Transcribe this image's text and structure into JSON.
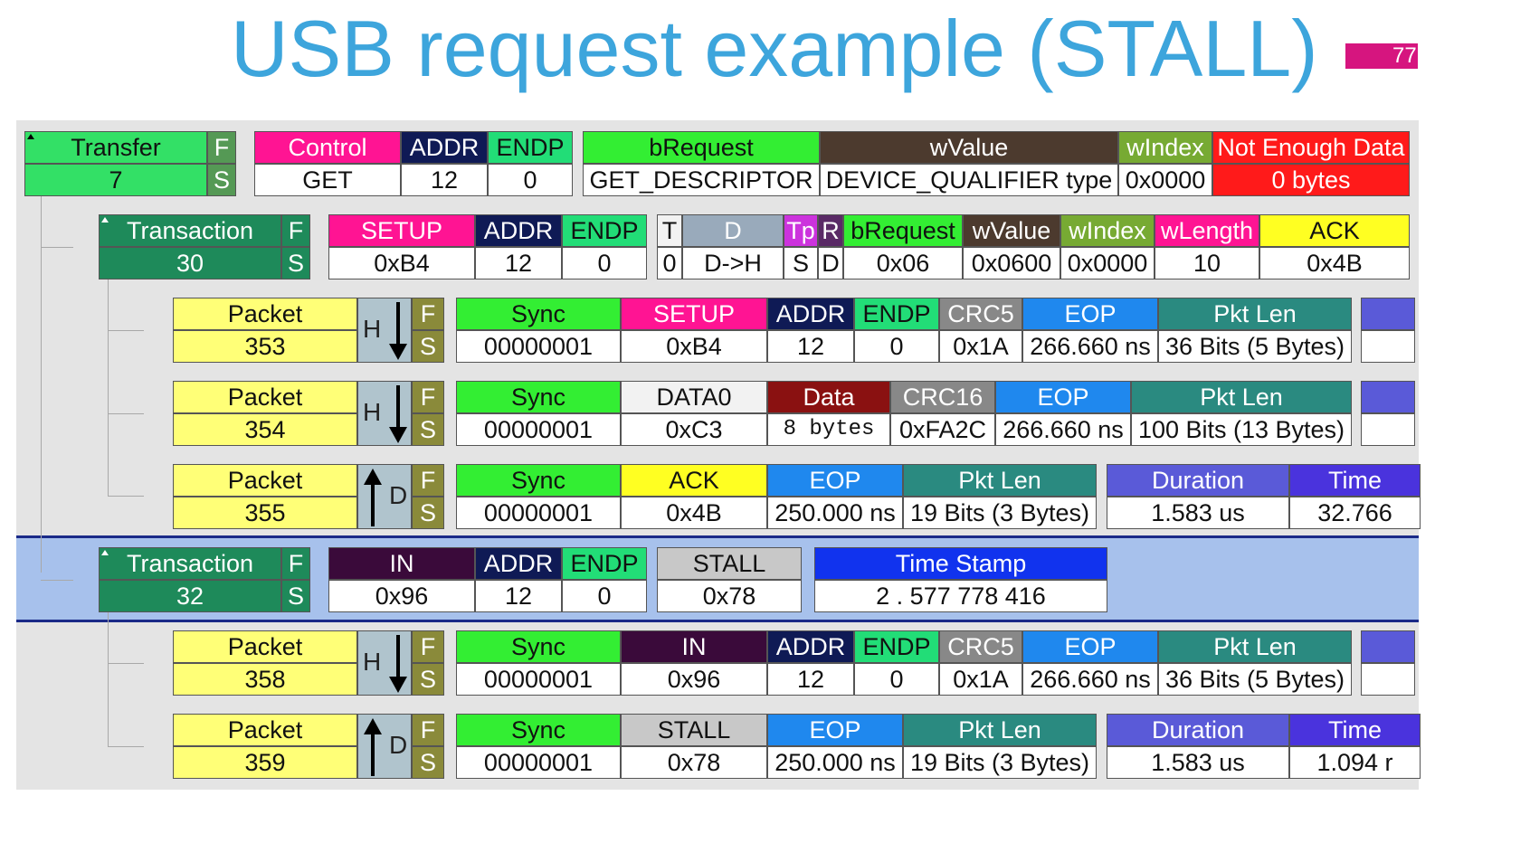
{
  "title": "USB request example (STALL)",
  "page_badge": "77",
  "colors": {
    "accent_title": "#3da5dc"
  },
  "transfer": {
    "label": "Transfer",
    "number": "7",
    "f": "F",
    "s": "S",
    "fields": [
      {
        "h": "Control",
        "v": "GET"
      },
      {
        "h": "ADDR",
        "v": "12"
      },
      {
        "h": "ENDP",
        "v": "0"
      },
      {
        "h": "bRequest",
        "v": "GET_DESCRIPTOR"
      },
      {
        "h": "wValue",
        "v": "DEVICE_QUALIFIER type"
      },
      {
        "h": "wIndex",
        "v": "0x0000"
      },
      {
        "h": "Not Enough Data",
        "v": "0 bytes"
      }
    ]
  },
  "transaction1": {
    "label": "Transaction",
    "number": "30",
    "f": "F",
    "s": "S",
    "fields": [
      {
        "h": "SETUP",
        "v": "0xB4"
      },
      {
        "h": "ADDR",
        "v": "12"
      },
      {
        "h": "ENDP",
        "v": "0"
      },
      {
        "h": "T",
        "v": "0"
      },
      {
        "h": "D",
        "v": "D->H"
      },
      {
        "h": "Tp",
        "v": "S"
      },
      {
        "h": "R",
        "v": "D"
      },
      {
        "h": "bRequest",
        "v": "0x06"
      },
      {
        "h": "wValue",
        "v": "0x0600"
      },
      {
        "h": "wIndex",
        "v": "0x0000"
      },
      {
        "h": "wLength",
        "v": "10"
      },
      {
        "h": "ACK",
        "v": "0x4B"
      }
    ]
  },
  "packet353": {
    "label": "Packet",
    "number": "353",
    "dir": "H",
    "f": "F",
    "s": "S",
    "fields": [
      {
        "h": "Sync",
        "v": "00000001"
      },
      {
        "h": "SETUP",
        "v": "0xB4"
      },
      {
        "h": "ADDR",
        "v": "12"
      },
      {
        "h": "ENDP",
        "v": "0"
      },
      {
        "h": "CRC5",
        "v": "0x1A"
      },
      {
        "h": "EOP",
        "v": "266.660 ns"
      },
      {
        "h": "Pkt Len",
        "v": "36 Bits (5 Bytes)"
      }
    ]
  },
  "packet354": {
    "label": "Packet",
    "number": "354",
    "dir": "H",
    "f": "F",
    "s": "S",
    "fields": [
      {
        "h": "Sync",
        "v": "00000001"
      },
      {
        "h": "DATA0",
        "v": "0xC3"
      },
      {
        "h": "Data",
        "v": "8 bytes"
      },
      {
        "h": "CRC16",
        "v": "0xFA2C"
      },
      {
        "h": "EOP",
        "v": "266.660 ns"
      },
      {
        "h": "Pkt Len",
        "v": "100 Bits (13 Bytes)"
      }
    ]
  },
  "packet355": {
    "label": "Packet",
    "number": "355",
    "dir": "D",
    "f": "F",
    "s": "S",
    "fields": [
      {
        "h": "Sync",
        "v": "00000001"
      },
      {
        "h": "ACK",
        "v": "0x4B"
      },
      {
        "h": "EOP",
        "v": "250.000 ns"
      },
      {
        "h": "Pkt Len",
        "v": "19 Bits (3 Bytes)"
      },
      {
        "h": "Duration",
        "v": "1.583 us"
      },
      {
        "h": "Time",
        "v": "32.766"
      }
    ]
  },
  "transaction2": {
    "label": "Transaction",
    "number": "32",
    "f": "F",
    "s": "S",
    "fields": [
      {
        "h": "IN",
        "v": "0x96"
      },
      {
        "h": "ADDR",
        "v": "12"
      },
      {
        "h": "ENDP",
        "v": "0"
      },
      {
        "h": "STALL",
        "v": "0x78"
      },
      {
        "h": "Time Stamp",
        "v": "2 . 577 778 416"
      }
    ]
  },
  "packet358": {
    "label": "Packet",
    "number": "358",
    "dir": "H",
    "f": "F",
    "s": "S",
    "fields": [
      {
        "h": "Sync",
        "v": "00000001"
      },
      {
        "h": "IN",
        "v": "0x96"
      },
      {
        "h": "ADDR",
        "v": "12"
      },
      {
        "h": "ENDP",
        "v": "0"
      },
      {
        "h": "CRC5",
        "v": "0x1A"
      },
      {
        "h": "EOP",
        "v": "266.660 ns"
      },
      {
        "h": "Pkt Len",
        "v": "36 Bits (5 Bytes)"
      }
    ]
  },
  "packet359": {
    "label": "Packet",
    "number": "359",
    "dir": "D",
    "f": "F",
    "s": "S",
    "fields": [
      {
        "h": "Sync",
        "v": "00000001"
      },
      {
        "h": "STALL",
        "v": "0x78"
      },
      {
        "h": "EOP",
        "v": "250.000 ns"
      },
      {
        "h": "Pkt Len",
        "v": "19 Bits (3 Bytes)"
      },
      {
        "h": "Duration",
        "v": "1.583 us"
      },
      {
        "h": "Time",
        "v": "1.094 r"
      }
    ]
  }
}
